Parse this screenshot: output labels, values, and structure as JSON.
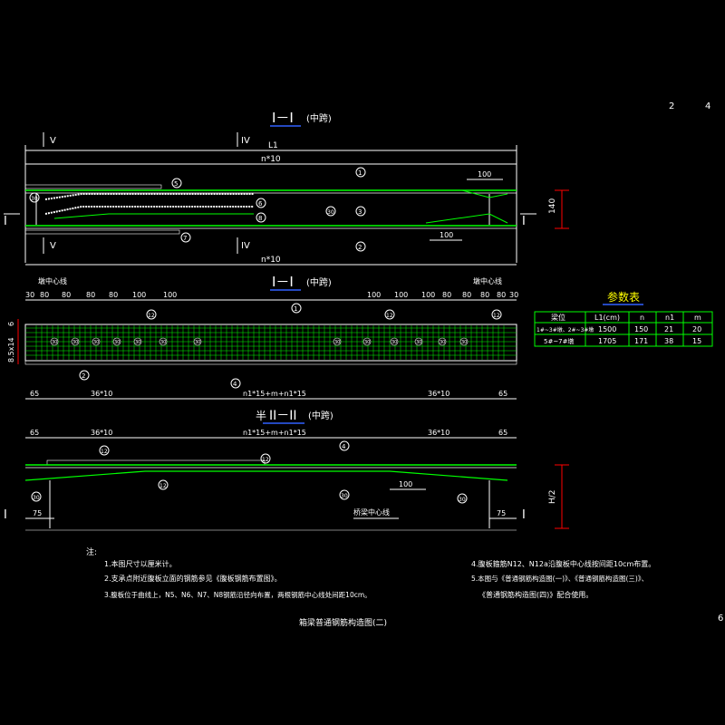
{
  "page_numbers": {
    "left": "2",
    "right": "4",
    "edge": "6"
  },
  "section_1": {
    "title": "I－I",
    "title_suffix": "(中跨)",
    "cut_left": "V",
    "cut_right": "IV",
    "dim_l1": "L1",
    "dim_total": "n*10",
    "dim_100_top": "100",
    "dim_100_bottom": "100",
    "height_label": "140",
    "section_mark": "I",
    "callouts": [
      "5",
      "1",
      "6",
      "8",
      "7",
      "2",
      "30",
      "3",
      "30"
    ]
  },
  "section_2": {
    "title": "I－I",
    "title_suffix": "(中跨)",
    "left_label": "墩中心线",
    "right_label": "墩中心线",
    "dims_left": [
      "30",
      "80",
      "80",
      "80",
      "80",
      "100",
      "100"
    ],
    "dims_right": [
      "100",
      "100",
      "100",
      "80",
      "80",
      "80",
      "80",
      "30"
    ],
    "dim_bottom": [
      "65",
      "36*10",
      "n1*15+m+n1*15",
      "36*10",
      "65"
    ],
    "side_label_a": "6",
    "side_label_b": "8.5x14",
    "callouts": [
      "12",
      "1",
      "12",
      "12",
      "2",
      "4"
    ],
    "rebar_marks": [
      "30",
      "30",
      "30",
      "30",
      "30",
      "30",
      "30",
      "30",
      "30",
      "30",
      "30",
      "30",
      "30"
    ]
  },
  "section_3": {
    "title_prefix": "半",
    "title": "II－II",
    "title_suffix": "(中跨)",
    "dims_top": [
      "65",
      "36*10",
      "n1*15+m+n1*15",
      "36*10",
      "65"
    ],
    "callouts": [
      "12",
      "4",
      "12",
      "12",
      "30",
      "30",
      "30"
    ],
    "dim_100": "100",
    "dim_75_left": "75",
    "dim_75_right": "75",
    "centerline_label": "桥梁中心线",
    "height_label": "H/2",
    "section_mark": "I"
  },
  "param_table": {
    "title": "参数表",
    "headers": [
      "梁位",
      "L1(cm)",
      "n",
      "n1",
      "m"
    ],
    "rows": [
      [
        "1#~3#墩、2#~3#墩",
        "1500",
        "150",
        "21",
        "20"
      ],
      [
        "5#~7#墩",
        "1705",
        "171",
        "38",
        "15"
      ]
    ]
  },
  "notes": {
    "heading": "注:",
    "left": [
      "1.本图尺寸以厘米计。",
      "2.支承点附近腹板立面的钢筋参见《腹板钢筋布置图》。",
      "3.腹板位于曲线上，N5、N6、N7、N8钢筋沿径向布置，两根钢筋中心线处间距10cm。"
    ],
    "right": [
      "4.腹板箍筋N12、N12a沿腹板中心线按间距10cm布置。",
      "5.本图与《普通钢筋构造图(一)》、《普通钢筋构造图(三)》、",
      "《普通钢筋构造图(四)》配合使用。"
    ]
  },
  "drawing_title": "箱梁普通钢筋构造图(二)",
  "colors": {
    "line": "#ffffff",
    "green": "#00ff00",
    "red": "#ff0000",
    "blue": "#3060ff",
    "yellow": "#ffff00"
  }
}
